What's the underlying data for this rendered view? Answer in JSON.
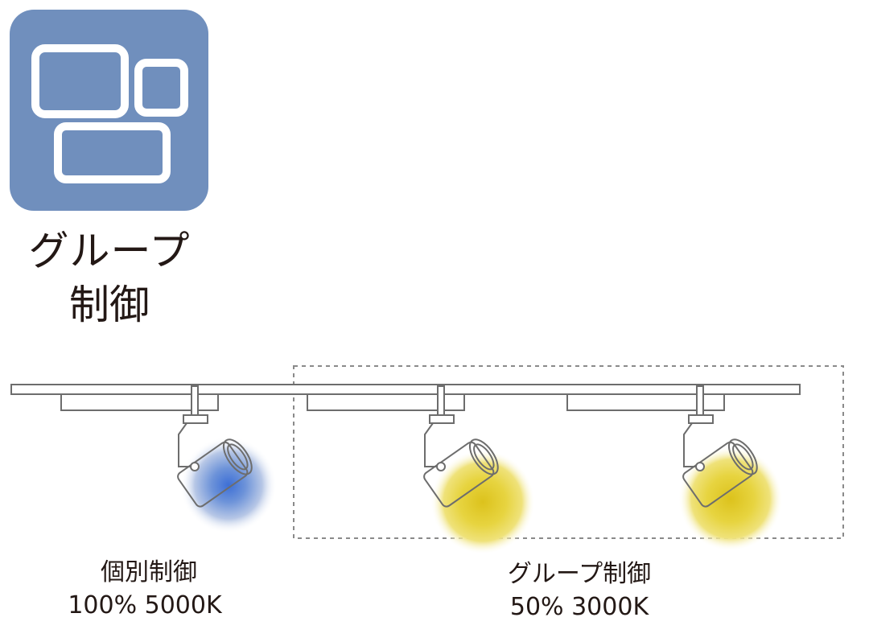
{
  "icon": {
    "name": "group-control-icon",
    "tile_color": "#708fbd",
    "caption_line1": "グループ",
    "caption_line2": "制御"
  },
  "fixtures": [
    {
      "name": "spotlight-individual",
      "glow_color": "#5b85d6",
      "glow_style": "cool-blue"
    },
    {
      "name": "spotlight-group-1",
      "glow_color": "#e9d335",
      "glow_style": "warm-yellow"
    },
    {
      "name": "spotlight-group-2",
      "glow_color": "#e9d335",
      "glow_style": "warm-yellow"
    }
  ],
  "individual": {
    "mode": "個別制御",
    "value": "100%  5000K"
  },
  "group": {
    "mode": "グループ制御",
    "value": "50%  3000K"
  },
  "colors": {
    "line": "#6d6d6d",
    "text": "#231815",
    "dashed_frame": "#8a8a8a"
  }
}
